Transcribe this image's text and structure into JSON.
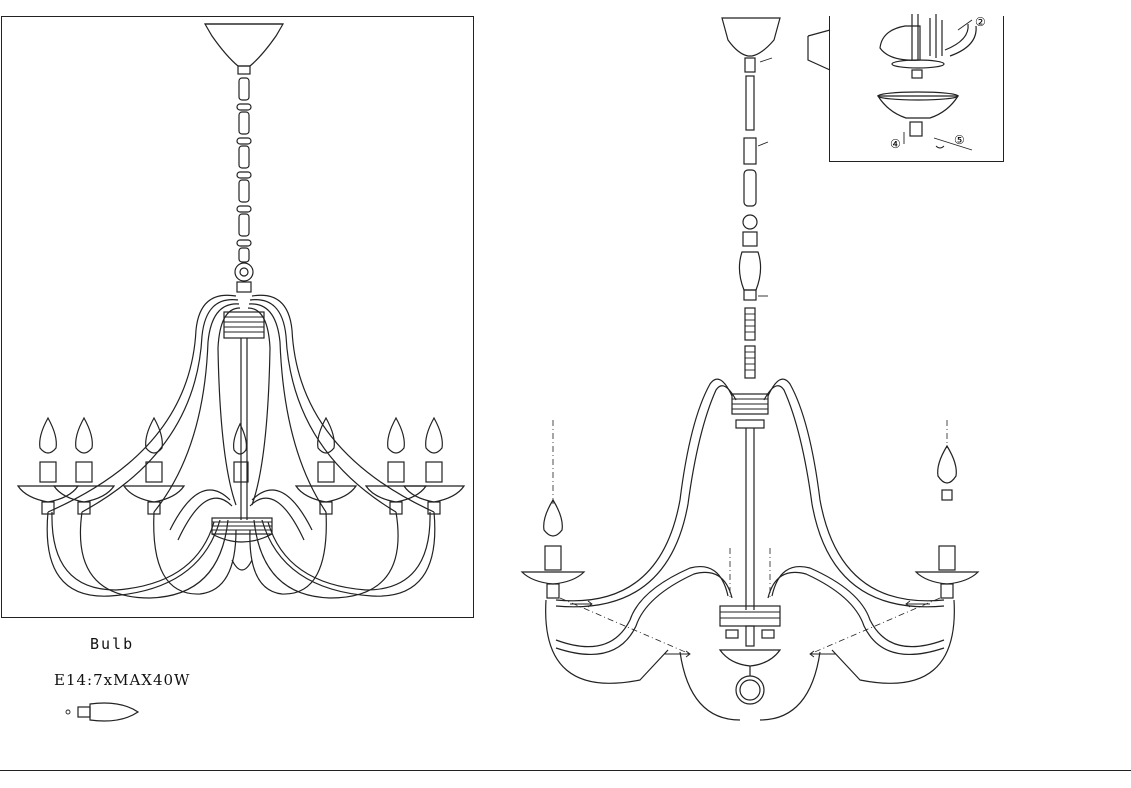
{
  "bulb": {
    "label": "Bulb",
    "spec": "E14:7xMAX40W",
    "icon": "candle-bulb-icon"
  },
  "detail": {
    "callouts": [
      "②",
      "④",
      "⑤"
    ]
  }
}
